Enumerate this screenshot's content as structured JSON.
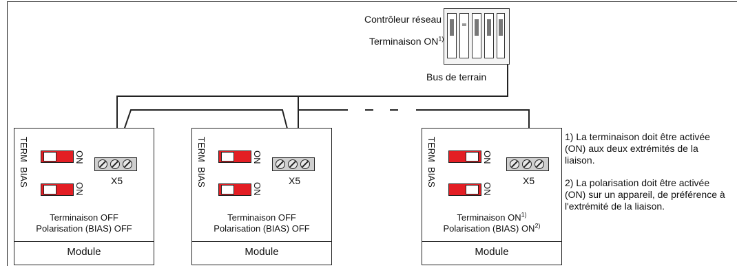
{
  "controller": {
    "name": "Contrôleur réseau",
    "termination": "Terminaison ON",
    "termination_ref": "1)",
    "bus_label": "Bus de terrain",
    "icon": "network-controller-icon"
  },
  "modules": [
    {
      "term_label": "TERM",
      "bias_label": "BIAS",
      "term_on_label": "ON",
      "bias_on_label": "ON",
      "term_state": "OFF",
      "bias_state": "OFF",
      "connector": "X5",
      "status_term": "Terminaison OFF",
      "status_term_ref": "",
      "status_bias": "Polarisation (BIAS) OFF",
      "status_bias_ref": "",
      "name": "Module"
    },
    {
      "term_label": "TERM",
      "bias_label": "BIAS",
      "term_on_label": "ON",
      "bias_on_label": "ON",
      "term_state": "OFF",
      "bias_state": "OFF",
      "connector": "X5",
      "status_term": "Terminaison OFF",
      "status_term_ref": "",
      "status_bias": "Polarisation (BIAS) OFF",
      "status_bias_ref": "",
      "name": "Module"
    },
    {
      "term_label": "TERM",
      "bias_label": "BIAS",
      "term_on_label": "ON",
      "bias_on_label": "ON",
      "term_state": "ON",
      "bias_state": "ON",
      "connector": "X5",
      "status_term": "Terminaison ON",
      "status_term_ref": "1)",
      "status_bias": "Polarisation (BIAS) ON",
      "status_bias_ref": "2)",
      "name": "Module"
    }
  ],
  "notes": [
    "1) La terminaison doit être activée (ON) aux deux extrémités de la liaison.",
    "2) La polarisation doit être activée (ON) sur un appareil, de préférence à l'extrémité de la liaison."
  ],
  "colors": {
    "switch_body": "#e31e24",
    "terminal": "#cfcfcf",
    "line": "#222222"
  }
}
